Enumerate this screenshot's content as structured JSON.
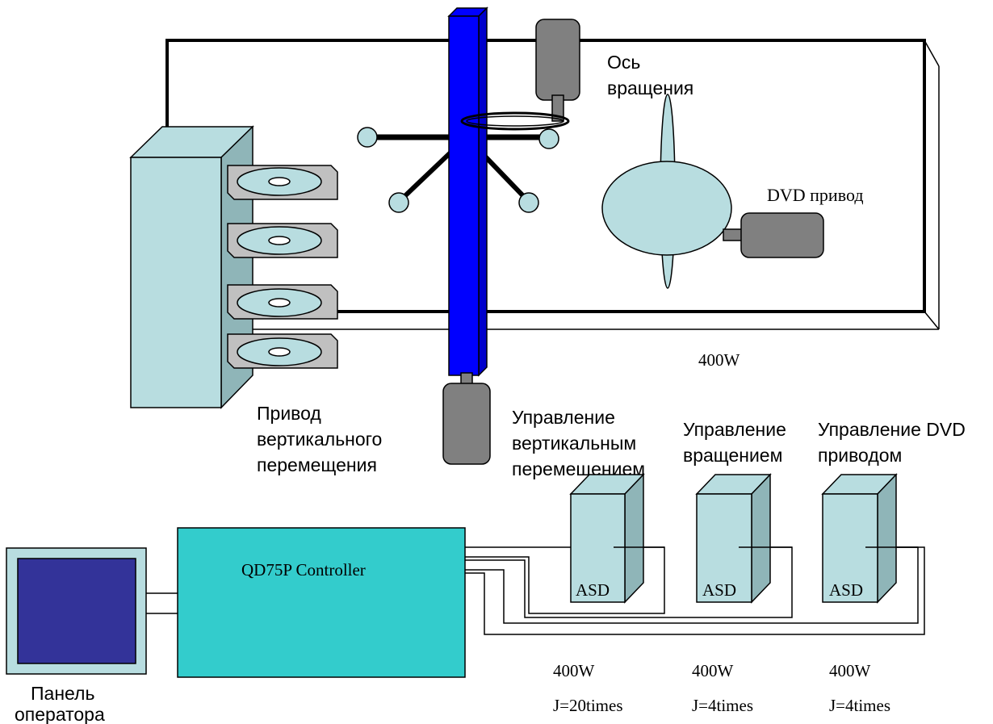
{
  "labels": {
    "rotation_axis_line1": "Ось",
    "rotation_axis_line2": "вращения",
    "dvd_drive": "DVD привод",
    "vertical_drive_line1": "Привод",
    "vertical_drive_line2": "вертикального",
    "vertical_drive_line3": "перемещения",
    "power_top": "400W",
    "vertical_control_line1": "Управление",
    "vertical_control_line2": "вертикальным",
    "vertical_control_line3": "перемещением",
    "rotation_control_line1": "Управление",
    "rotation_control_line2": "вращением",
    "dvd_control_line1": "Управление DVD",
    "dvd_control_line2": "приводом",
    "operator_panel_line1": "Панель",
    "operator_panel_line2": "оператора",
    "controller": "QD75P Controller"
  },
  "servo_drives": [
    {
      "label": "ASD",
      "power": "400W",
      "inertia": "J=20times"
    },
    {
      "label": "ASD",
      "power": "400W",
      "inertia": "J=4times"
    },
    {
      "label": "ASD",
      "power": "400W",
      "inertia": "J=4times"
    }
  ],
  "colors": {
    "light_teal": "#b8dde0",
    "teal_side": "#8fb5b8",
    "controller_teal": "#33cccc",
    "blue_column": "#0000ff",
    "motor_gray": "#808080",
    "screen_navy": "#333399",
    "tray_gray": "#c0c0c0"
  }
}
